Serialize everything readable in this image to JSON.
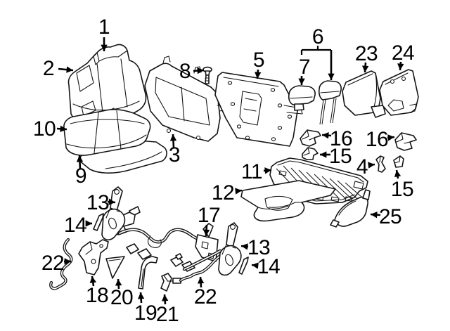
{
  "diagram": {
    "background": "#ffffff",
    "line_color": "#141414",
    "label_color": "#000000"
  },
  "callouts": [
    {
      "label": "1"
    },
    {
      "label": "2"
    },
    {
      "label": "8"
    },
    {
      "label": "5"
    },
    {
      "label": "6"
    },
    {
      "label": "7"
    },
    {
      "label": "23"
    },
    {
      "label": "24"
    },
    {
      "label": "10"
    },
    {
      "label": "9"
    },
    {
      "label": "3"
    },
    {
      "label": "16"
    },
    {
      "label": "15"
    },
    {
      "label": "16"
    },
    {
      "label": "4"
    },
    {
      "label": "15"
    },
    {
      "label": "11"
    },
    {
      "label": "12"
    },
    {
      "label": "17"
    },
    {
      "label": "25"
    },
    {
      "label": "13"
    },
    {
      "label": "14"
    },
    {
      "label": "22"
    },
    {
      "label": "18"
    },
    {
      "label": "20"
    },
    {
      "label": "19"
    },
    {
      "label": "21"
    },
    {
      "label": "22"
    },
    {
      "label": "13"
    },
    {
      "label": "14"
    }
  ]
}
